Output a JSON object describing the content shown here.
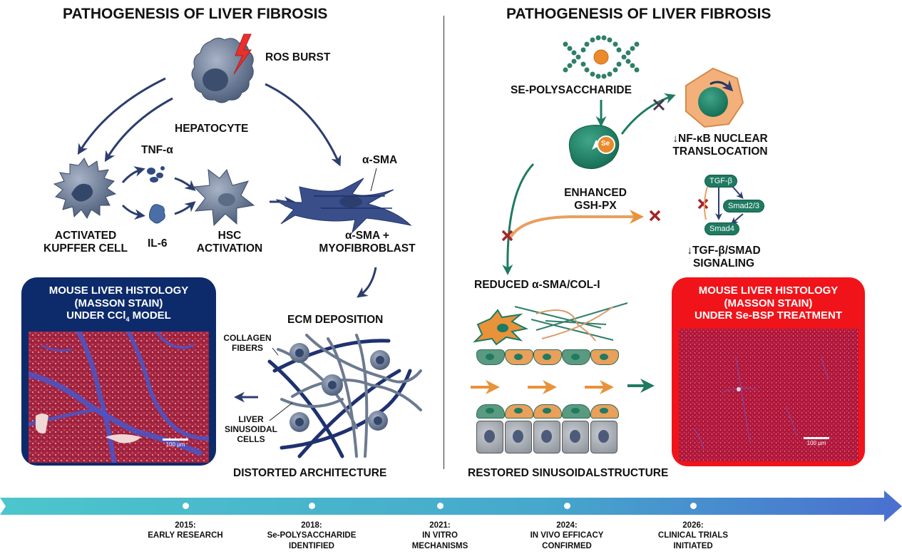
{
  "left_panel": {
    "title": "PATHOGENESIS OF LIVER FIBROSIS",
    "ros_burst": "ROS BURST",
    "hepatocyte": "HEPATOCYTE",
    "tnf": "TNF-α",
    "il6": "IL-6",
    "alpha_sma": "α-SMA",
    "kupffer": [
      "ACTIVATED",
      "KUPFFER CELL"
    ],
    "hsc": [
      "HSC",
      "ACTIVATION"
    ],
    "myofibroblast": [
      "α-SMA +",
      "MYOFIBROBLAST"
    ],
    "ecm_deposition": "ECM DEPOSITION",
    "collagen_fibers": [
      "COLLAGEN",
      "FIBERS"
    ],
    "liver_sinusoidal": [
      "LIVER",
      "SINUSOIDAL",
      "CELLS"
    ],
    "distorted": "DISTORTED ARCHITECTURE",
    "histology": {
      "line1": "MOUSE LIVER HISTOLOGY",
      "line2": "(MASSON STAIN)",
      "line3_prefix": "UNDER CCl",
      "line3_sub": "4",
      "line3_suffix": " MODEL",
      "scale_bar": "100 μm",
      "frame_color": "#0d2a6b"
    }
  },
  "right_panel": {
    "title": "PATHOGENESIS OF LIVER FIBROSIS",
    "se_polysaccharide": "SE-POLYSACCHARIDE",
    "se_symbol": "Se",
    "enhanced": [
      "ENHANCED",
      "GSH-PX"
    ],
    "nfkb": [
      "↓NF-κB NUCLEAR",
      "TRANSLOCATION"
    ],
    "tgf_pathway": {
      "tgf": "TGF-β",
      "smad23": "Smad2/3",
      "smad4": "Smad4"
    },
    "tgf_signaling": [
      "↓TGF-β/SMAD",
      "SIGNALING"
    ],
    "reduced": "REDUCED α-SMA/COL-I",
    "restored": "RESTORED SINUSOIDALSTRUCTURE",
    "histology": {
      "line1": "MOUSE LIVER HISTOLOGY",
      "line2": "(MASSON STAIN)",
      "line3": "UNDER Se-BSP TREATMENT",
      "scale_bar": "100 μm",
      "frame_color": "#f0141a"
    }
  },
  "timeline": {
    "milestones": [
      {
        "year": "2015:",
        "lines": [
          "EARLY RESEARCH"
        ]
      },
      {
        "year": "2018:",
        "lines": [
          "Se-POLYSACCHARIDE",
          "IDENTIFIED"
        ]
      },
      {
        "year": "2021:",
        "lines": [
          "IN VITRO",
          "MECHANISMS"
        ]
      },
      {
        "year": "2024:",
        "lines": [
          "IN VIVO EFFICACY",
          "CONFIRMED"
        ]
      },
      {
        "year": "2026:",
        "lines": [
          "CLINICAL TRIALS",
          "INITIATED"
        ]
      }
    ],
    "gradient_start": "#4cc6cc",
    "gradient_end": "#4a6fd0"
  },
  "colors": {
    "navy": "#2c3e6e",
    "cell_gray": "#5e6f8a",
    "teal": "#1f7a62",
    "orange": "#e8923a",
    "inhibit_red": "#a3262a"
  }
}
